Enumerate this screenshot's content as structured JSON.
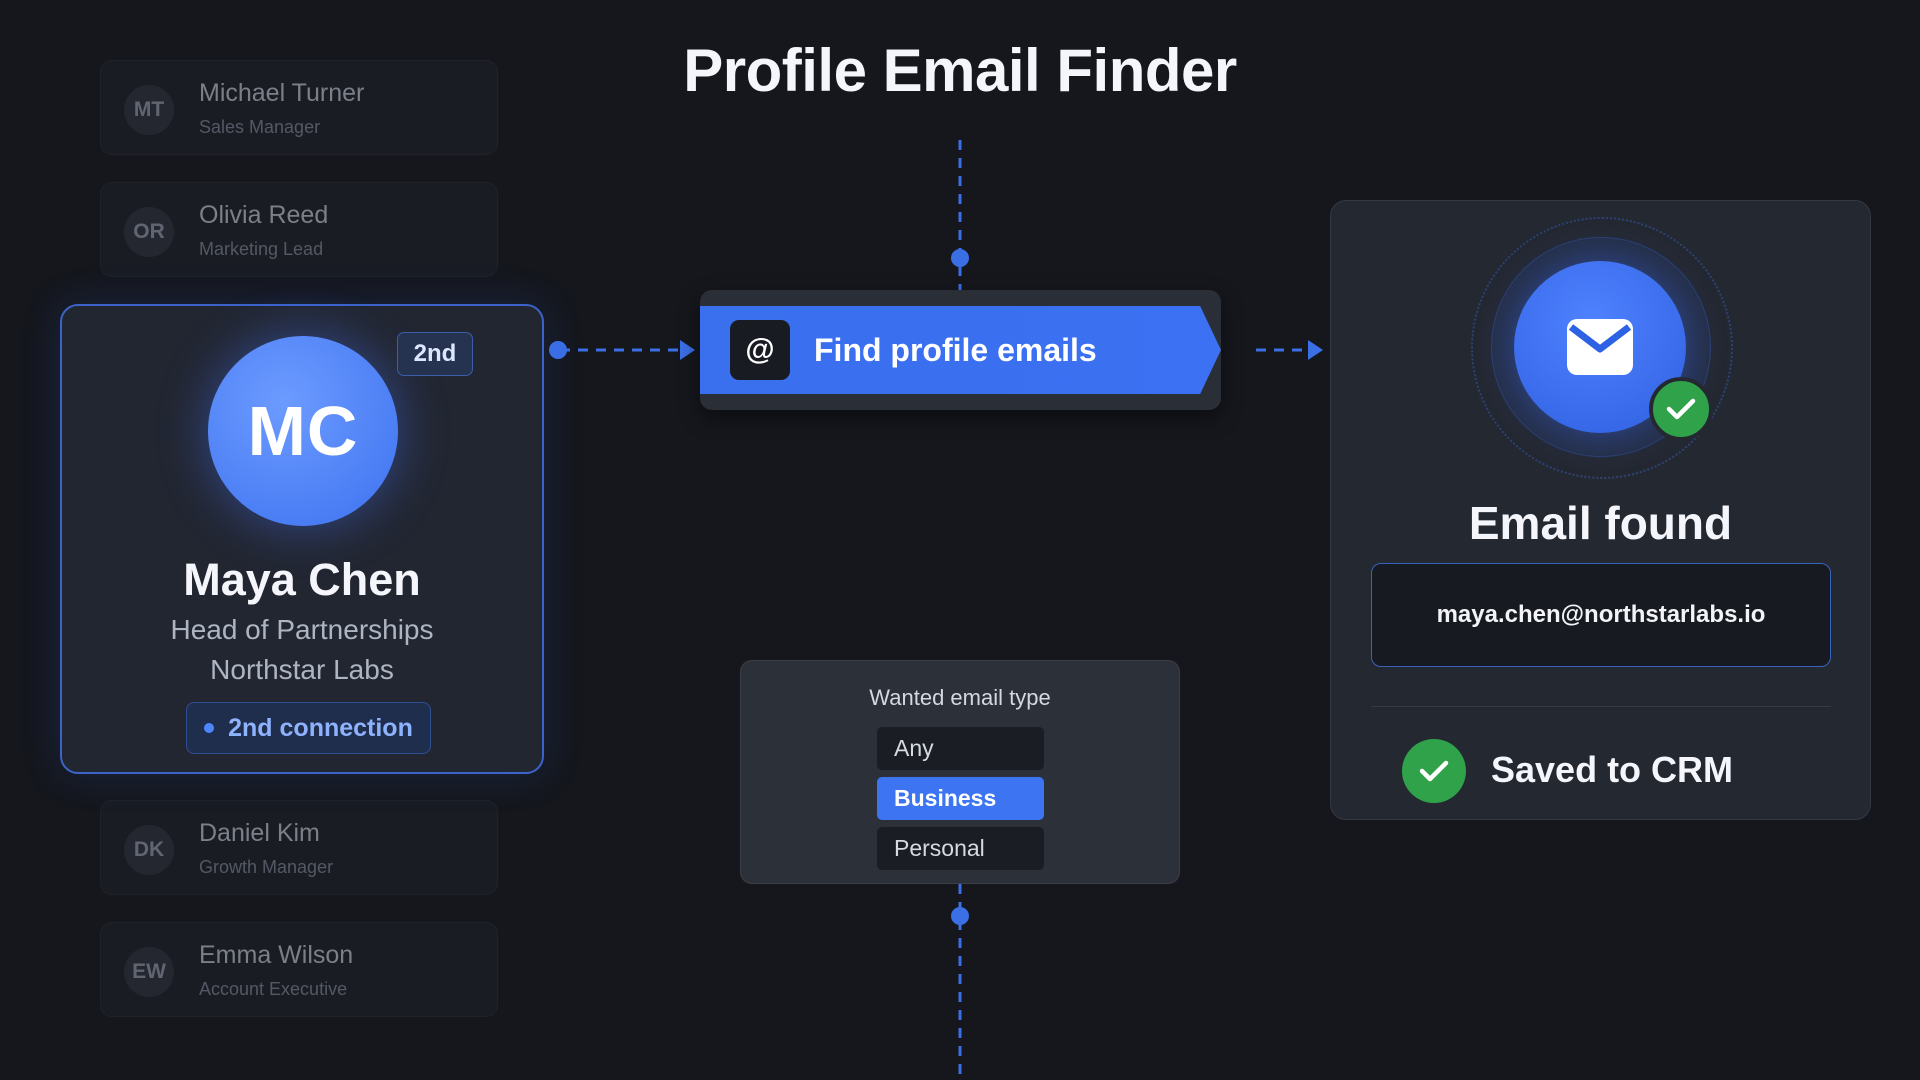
{
  "page": {
    "title": "Profile Email Finder"
  },
  "contacts": [
    {
      "initials": "MT",
      "name": "Michael Turner",
      "role": "Sales Manager"
    },
    {
      "initials": "OR",
      "name": "Olivia Reed",
      "role": "Marketing Lead"
    },
    {
      "initials": "DK",
      "name": "Daniel Kim",
      "role": "Growth Manager"
    },
    {
      "initials": "EW",
      "name": "Emma Wilson",
      "role": "Account Executive"
    }
  ],
  "profile": {
    "initials": "MC",
    "degree": "2nd",
    "name": "Maya Chen",
    "role": "Head of Partnerships",
    "company": "Northstar Labs",
    "connection": "2nd connection"
  },
  "action": {
    "icon": "@",
    "label": "Find profile emails"
  },
  "email_type": {
    "title": "Wanted email type",
    "options": [
      "Any",
      "Business",
      "Personal"
    ],
    "selected": "Business"
  },
  "result": {
    "title": "Email found",
    "email": "maya.chen@northstarlabs.io",
    "saved": "Saved to CRM"
  },
  "colors": {
    "accent": "#3b71f2",
    "success": "#2fa24a",
    "background": "#15171d"
  },
  "icons": {
    "action": "at-icon",
    "result": "envelope-icon",
    "verified": "check-icon"
  }
}
